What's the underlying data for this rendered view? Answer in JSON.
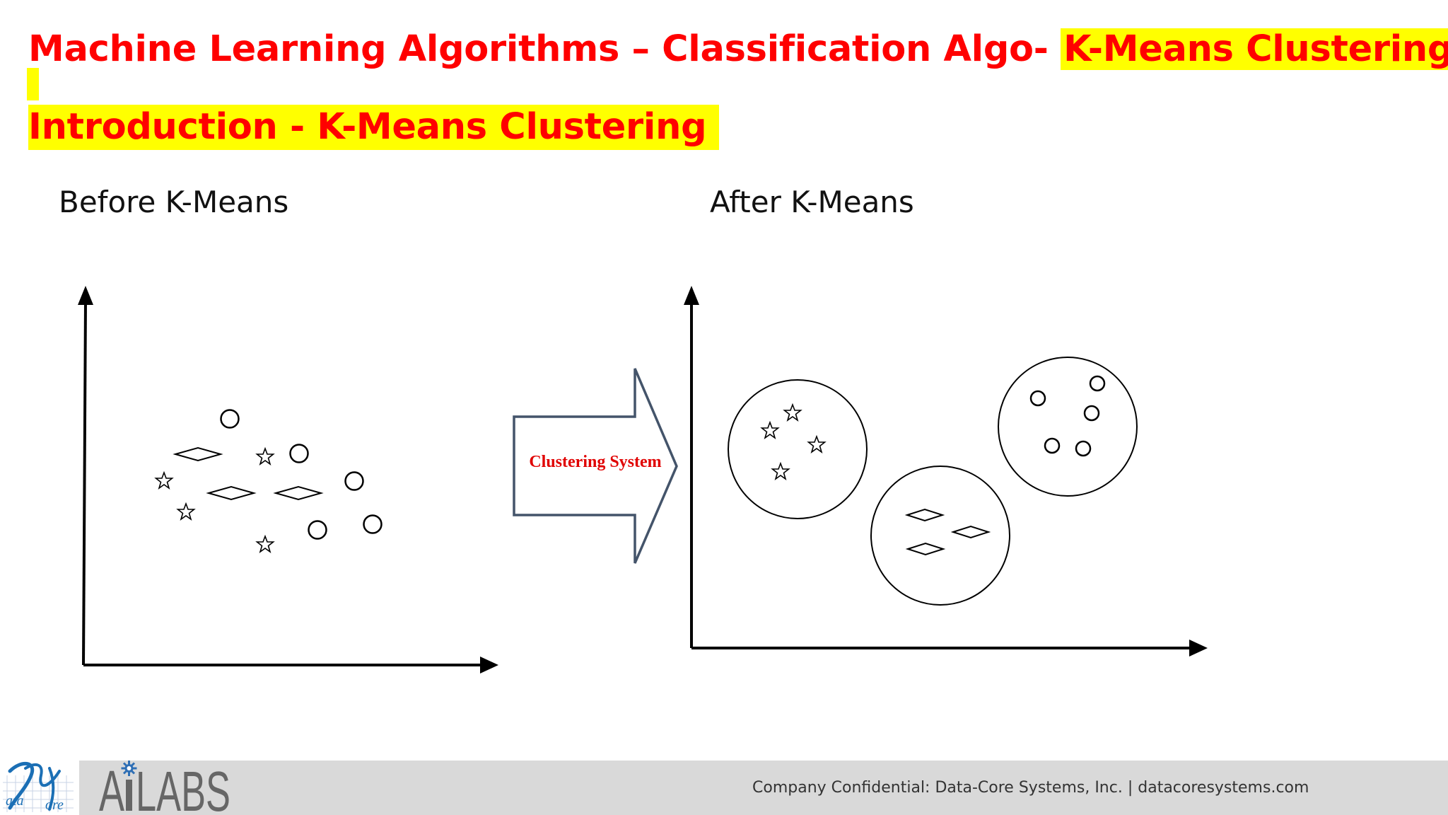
{
  "title": {
    "prefix": "Machine Learning Algorithms – Classification Algo- ",
    "highlight": "K-Means Clustering"
  },
  "subtitle": "Introduction - K-Means Clustering",
  "panels": {
    "before_label": "Before K-Means",
    "after_label": "After K-Means"
  },
  "arrow": {
    "label": "Clustering System",
    "label_color": "#e00000",
    "border_color": "#44546a"
  },
  "colors": {
    "title": "#ff0000",
    "highlight": "#ffff00",
    "footer_bg": "#d9d9d9"
  },
  "footer": {
    "text": "Company Confidential: Data-Core Systems, Inc.  |  datacoresystems.com"
  },
  "logos": {
    "datacore": "Data Core",
    "ailabs": "AiLABS"
  },
  "shapes": {
    "before": [
      "circle",
      "diamond",
      "star",
      "circle",
      "star",
      "diamond",
      "diamond",
      "circle",
      "star",
      "circle",
      "circle",
      "star"
    ],
    "after_clusters": [
      {
        "name": "stars",
        "count": 4
      },
      {
        "name": "diamonds",
        "count": 3
      },
      {
        "name": "circles",
        "count": 5
      }
    ]
  }
}
